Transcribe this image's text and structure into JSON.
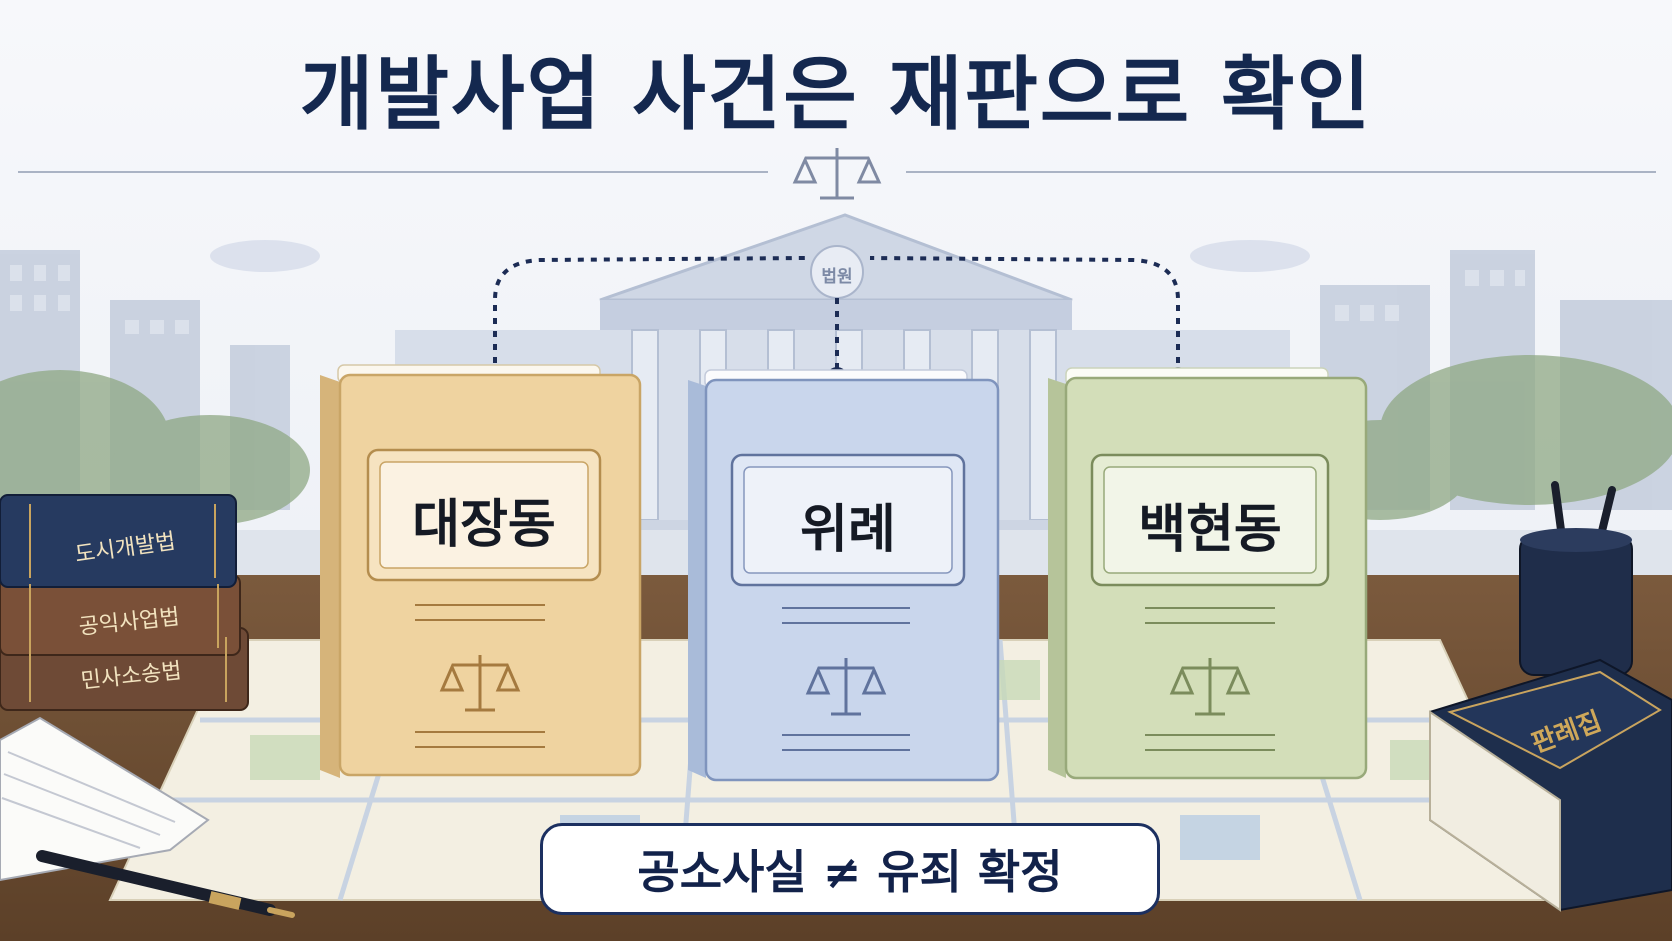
{
  "title": "개발사업 사건은 재판으로 확인",
  "court": {
    "label": "법원"
  },
  "folders": [
    {
      "label": "대장동",
      "color": "#efd3a0"
    },
    {
      "label": "위례",
      "color": "#c9d6ec"
    },
    {
      "label": "백현동",
      "color": "#d3deb9"
    }
  ],
  "books_left": [
    {
      "label": "도시개발법"
    },
    {
      "label": "공익사업법"
    },
    {
      "label": "민사소송법"
    }
  ],
  "casebook": {
    "label": "판례집"
  },
  "bottom_statement": "공소사실 ≠ 유죄 확정",
  "colors": {
    "navy": "#14284f",
    "accent_line": "#1c3060"
  },
  "icons": [
    "scales-icon",
    "court-building-icon",
    "pen-icon",
    "pen-holder-icon",
    "notebook-icon",
    "map-icon"
  ]
}
